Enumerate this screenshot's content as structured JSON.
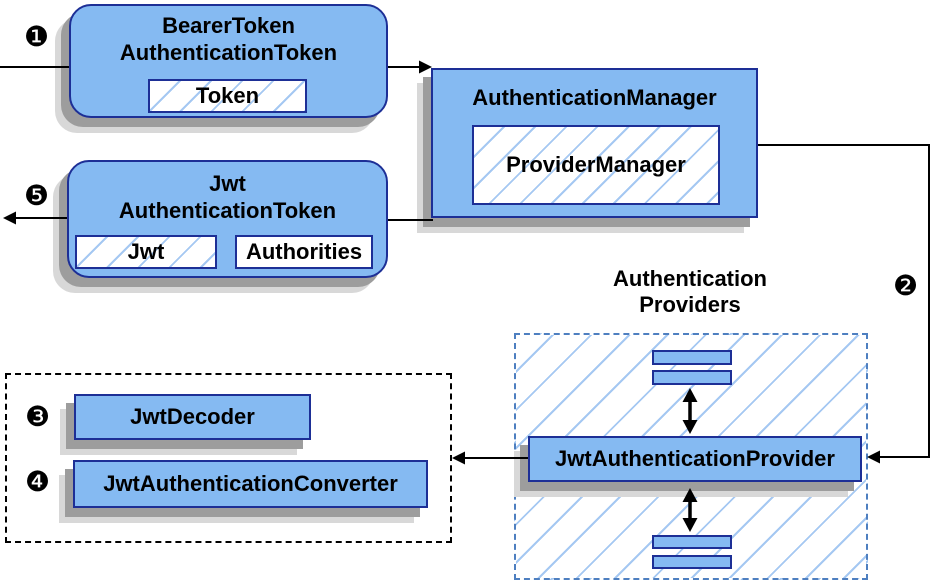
{
  "colors": {
    "box_fill": "#85BAF2",
    "box_border": "#1D2F96",
    "hatch_line": "#A5C8F2",
    "providers_dash": "#4E7FC0",
    "dashed_black": "#000000",
    "shadow_dark": "#9D9D9D",
    "shadow_light": "#D8D8D8",
    "line": "#000000",
    "text": "#000000"
  },
  "nodes": {
    "bearer_token": {
      "title1": "BearerToken",
      "title2": "AuthenticationToken",
      "field_token": "Token"
    },
    "auth_manager": {
      "title": "AuthenticationManager",
      "inner": "ProviderManager"
    },
    "jwt_auth_token": {
      "title1": "Jwt",
      "title2": "AuthenticationToken",
      "field_jwt": "Jwt",
      "field_authorities": "Authorities"
    },
    "providers_group": {
      "label1": "Authentication",
      "label2": "Providers",
      "provider": "JwtAuthenticationProvider"
    },
    "converter_group": {
      "decoder": "JwtDecoder",
      "converter": "JwtAuthenticationConverter"
    }
  },
  "steps": {
    "step1": "❶",
    "step2": "❷",
    "step3": "❸",
    "step4": "❹",
    "step5": "❺"
  }
}
